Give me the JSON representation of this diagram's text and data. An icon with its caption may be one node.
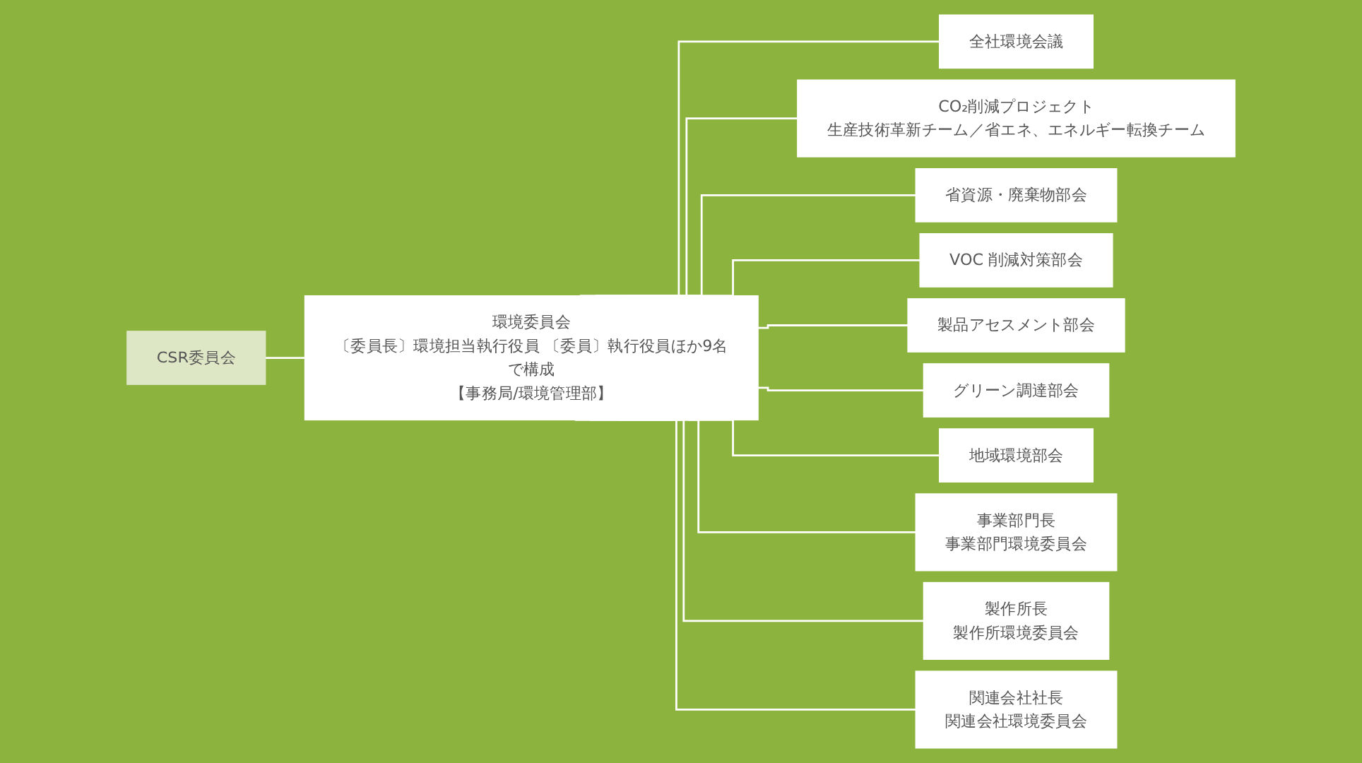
{
  "diagram": {
    "nodes": [
      {
        "text": [
          "CSR委員会"
        ]
      },
      {
        "text": [
          "環境委員会",
          "〔委員長〕環境担当執行役員 〔委員〕執行役員ほか9名で構成",
          "【事務局/環境管理部】"
        ]
      },
      {
        "text": [
          "全社環境会議"
        ]
      },
      {
        "text": [
          "CO₂削減プロジェクト",
          "生産技術革新チーム／省エネ、エネルギー転換チーム"
        ]
      },
      {
        "text": [
          "省資源・廃棄物部会"
        ]
      },
      {
        "text": [
          "VOC 削減対策部会"
        ]
      },
      {
        "text": [
          "製品アセスメント部会"
        ]
      },
      {
        "text": [
          "グリーン調達部会"
        ]
      },
      {
        "text": [
          "地域環境部会"
        ]
      },
      {
        "text": [
          "事業部門長",
          "事業部門環境委員会"
        ]
      },
      {
        "text": [
          "製作所長",
          "製作所環境委員会"
        ]
      },
      {
        "text": [
          "関連会社社長",
          "関連会社環境委員会"
        ]
      }
    ],
    "edges": [
      {
        "from": 0,
        "to": 1,
        "arrow": "none"
      },
      {
        "from": 1,
        "to": 2,
        "arrow": "none"
      },
      {
        "from": 1,
        "to": 3,
        "arrow": "none"
      },
      {
        "from": 1,
        "to": 4,
        "arrow": "none"
      },
      {
        "from": 1,
        "to": 5,
        "arrow": "none"
      },
      {
        "from": 1,
        "to": 6,
        "arrow": "none"
      },
      {
        "from": 1,
        "to": 7,
        "arrow": "none"
      },
      {
        "from": 1,
        "to": 8,
        "arrow": "none"
      },
      {
        "from": 1,
        "to": 9,
        "arrow": "none"
      },
      {
        "from": 1,
        "to": 10,
        "arrow": "none"
      },
      {
        "from": 1,
        "to": 11,
        "arrow": "none"
      }
    ]
  }
}
